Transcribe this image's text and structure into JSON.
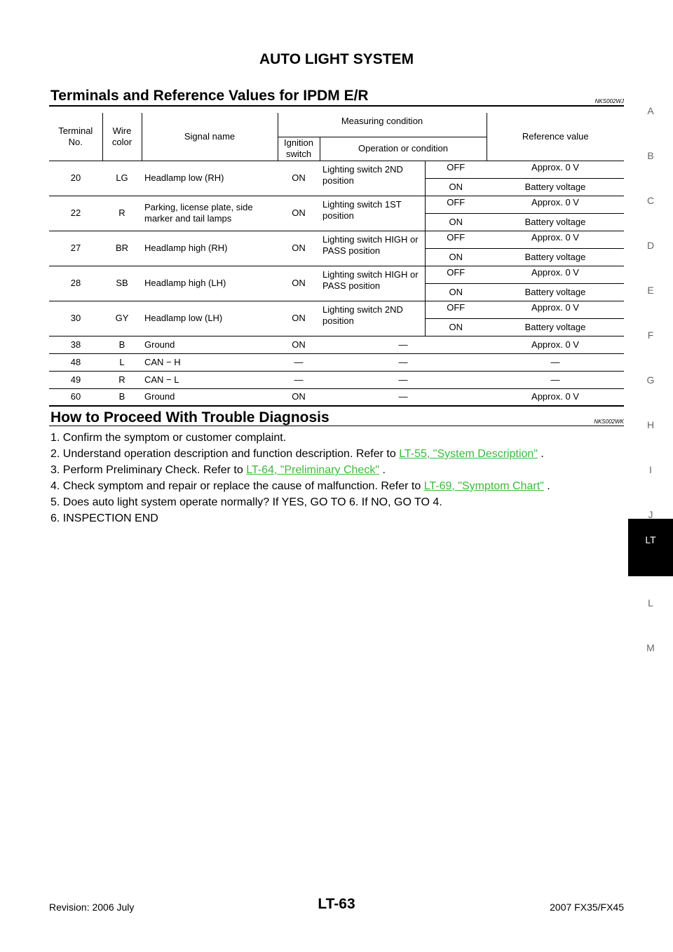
{
  "header": {
    "title": "AUTO LIGHT SYSTEM"
  },
  "section1": {
    "title": "Terminals and Reference Values for IPDM E/R",
    "code": "NKS002WJ"
  },
  "table": {
    "headers": {
      "terminal": "Terminal No.",
      "wire": "Wire color",
      "signal": "Signal name",
      "measuring": "Measuring condition",
      "ignition": "Ignition switch",
      "operation": "Operation or condition",
      "reference": "Reference value"
    },
    "rows": [
      {
        "terminal": "20",
        "wire": "LG",
        "signal": "Headlamp low (RH)",
        "ignition": "ON",
        "condition": "Lighting switch 2ND position",
        "sub": [
          {
            "state": "OFF",
            "value": "Approx. 0 V"
          },
          {
            "state": "ON",
            "value": "Battery voltage"
          }
        ]
      },
      {
        "terminal": "22",
        "wire": "R",
        "signal": "Parking, license plate, side marker and tail lamps",
        "ignition": "ON",
        "condition": "Lighting switch 1ST position",
        "sub": [
          {
            "state": "OFF",
            "value": "Approx. 0 V"
          },
          {
            "state": "ON",
            "value": "Battery voltage"
          }
        ]
      },
      {
        "terminal": "27",
        "wire": "BR",
        "signal": "Headlamp high (RH)",
        "ignition": "ON",
        "condition": "Lighting switch HIGH or PASS position",
        "sub": [
          {
            "state": "OFF",
            "value": "Approx. 0 V"
          },
          {
            "state": "ON",
            "value": "Battery voltage"
          }
        ]
      },
      {
        "terminal": "28",
        "wire": "SB",
        "signal": "Headlamp high (LH)",
        "ignition": "ON",
        "condition": "Lighting switch HIGH or PASS position",
        "sub": [
          {
            "state": "OFF",
            "value": "Approx. 0 V"
          },
          {
            "state": "ON",
            "value": "Battery voltage"
          }
        ]
      },
      {
        "terminal": "30",
        "wire": "GY",
        "signal": "Headlamp low (LH)",
        "ignition": "ON",
        "condition": "Lighting switch 2ND position",
        "sub": [
          {
            "state": "OFF",
            "value": "Approx. 0 V"
          },
          {
            "state": "ON",
            "value": "Battery voltage"
          }
        ]
      },
      {
        "terminal": "38",
        "wire": "B",
        "signal": "Ground",
        "ignition": "ON",
        "condition": "—",
        "value": "Approx. 0 V"
      },
      {
        "terminal": "48",
        "wire": "L",
        "signal": "CAN − H",
        "ignition": "—",
        "condition": "—",
        "value": "—"
      },
      {
        "terminal": "49",
        "wire": "R",
        "signal": "CAN − L",
        "ignition": "—",
        "condition": "—",
        "value": "—"
      },
      {
        "terminal": "60",
        "wire": "B",
        "signal": "Ground",
        "ignition": "ON",
        "condition": "—",
        "value": "Approx. 0 V"
      }
    ]
  },
  "section2": {
    "title": "How to Proceed With Trouble Diagnosis",
    "code": "NKS002WK",
    "steps": [
      {
        "text": "1. Confirm the symptom or customer complaint."
      },
      {
        "text": "2. Understand operation description and function description. Refer to ",
        "link": "LT-55, \"System Description\"",
        "after": " ."
      },
      {
        "text": "3. Perform Preliminary Check. Refer to ",
        "link": "LT-64, \"Preliminary Check\"",
        "after": " ."
      },
      {
        "text": "4. Check symptom and repair or replace the cause of malfunction. Refer to ",
        "link": "LT-69, \"Symptom Chart\"",
        "after": " ."
      },
      {
        "text": "5. Does auto light system operate normally? If YES, GO TO 6. If NO, GO TO 4."
      },
      {
        "text": "6. INSPECTION END"
      }
    ]
  },
  "side_index": {
    "letters": [
      "A",
      "B",
      "C",
      "D",
      "E",
      "F",
      "G",
      "H",
      "I",
      "J"
    ],
    "active": "LT",
    "after": [
      "L",
      "M"
    ]
  },
  "footer": {
    "revision": "Revision: 2006 July",
    "page": "LT-63",
    "model": "2007 FX35/FX45"
  }
}
